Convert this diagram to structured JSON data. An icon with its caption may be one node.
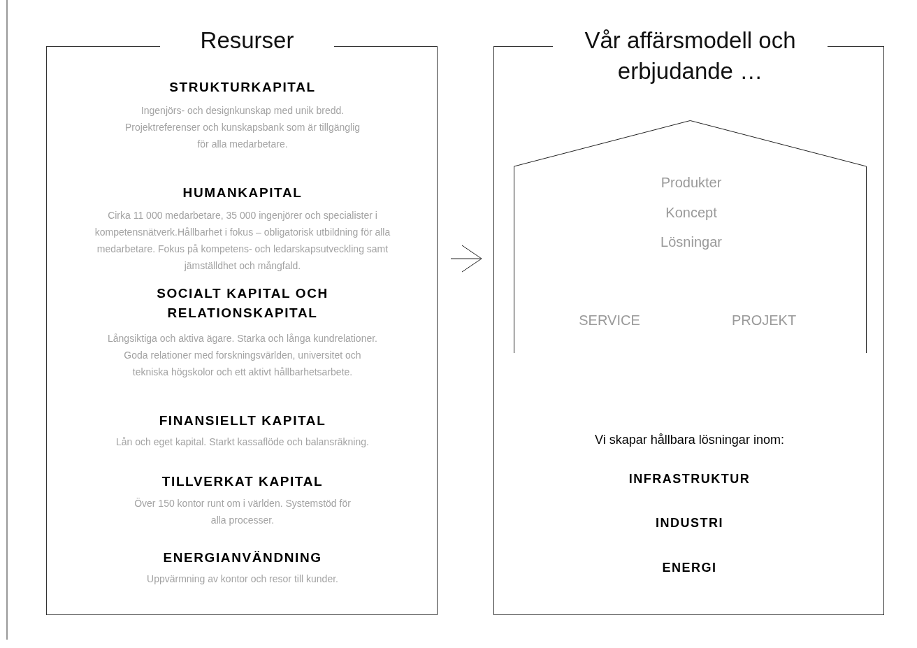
{
  "diagram": {
    "nodes": [
      {
        "text": [
          "Resurser",
          "STRUKTURKAPITAL",
          "Ingenjörs- och designkunskap med unik bredd. Projektreferenser och kunskapsbank som är tillgänglig för alla medarbetare.",
          "HUMANKAPITAL",
          "Cirka 11 000 medarbetare, 35 000 ingenjörer och specialister i kompetensnätverk.Hållbarhet i fokus – obligatorisk utbildning för alla medarbetare. Fokus på kompetens- och ledarskapsutveckling samt jämställdhet och mångfald.",
          "SOCIALT KAPITAL OCH RELATIONSKAPITAL",
          "Långsiktiga och aktiva ägare. Starka och långa kundrelationer. Goda relationer med forskningsvärlden, universitet och tekniska högskolor och ett aktivt hållbarhetsarbete.",
          "FINANSIELLT KAPITAL",
          "Lån och eget kapital. Starkt kassaflöde och balansräkning.",
          "TILLVERKAT KAPITAL",
          "Över 150 kontor runt om i världen. Systemstöd för alla processer.",
          "ENERGIANVÄNDNING",
          "Uppvärmning av kontor och resor till kunder."
        ]
      },
      {
        "text": [
          "Vår affärsmodell och erbjudande …",
          "Vi skapar hållbara lösningar inom:",
          "INFRASTRUKTUR",
          "INDUSTRI",
          "ENERGI"
        ]
      },
      {
        "text": [
          "Produkter",
          "Koncept",
          "Lösningar",
          "SERVICE",
          "PROJEKT"
        ],
        "in": 1
      }
    ],
    "edges": [
      {
        "from": 0,
        "to": 1,
        "arrow": "to"
      }
    ]
  }
}
